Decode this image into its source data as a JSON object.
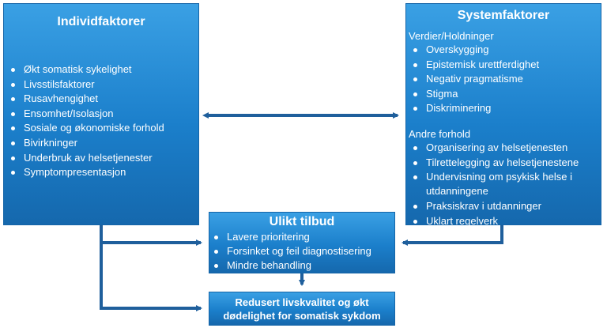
{
  "individfaktorer": {
    "title": "Individfaktorer",
    "items": [
      "Økt somatisk sykelighet",
      "Livsstilsfaktorer",
      "Rusavhengighet",
      "Ensomhet/Isolasjon",
      "Sosiale og økonomiske forhold",
      "Bivirkninger",
      "Underbruk av helsetjenester",
      "Symptompresentasjon"
    ]
  },
  "systemfaktorer": {
    "title": "Systemfaktorer",
    "group1_heading": "Verdier/Holdninger",
    "group1_items": [
      "Overskygging",
      "Epistemisk urettferdighet",
      "Negativ pragmatisme",
      "Stigma",
      "Diskriminering"
    ],
    "group2_heading": "Andre forhold",
    "group2_items": [
      "Organisering av helsetjenesten",
      "Tilrettelegging av helsetjenestene",
      "Undervisning om psykisk helse i utdanningene",
      "Praksiskrav i utdanninger",
      "Uklart regelverk"
    ]
  },
  "ulikt_tilbud": {
    "title": "Ulikt tilbud",
    "items": [
      "Lavere prioritering",
      "Forsinket og feil diagnostisering",
      "Mindre behandling"
    ]
  },
  "resultat": {
    "line1": "Redusert livskvalitet og økt",
    "line2": "dødelighet for somatisk sykdom"
  },
  "colors": {
    "box_top": "#3aa0e4",
    "box_bottom": "#1568ad",
    "arrow": "#1f5f9c"
  }
}
